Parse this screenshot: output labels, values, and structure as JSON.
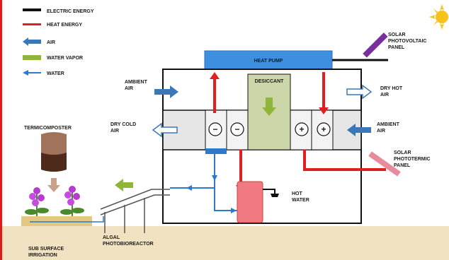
{
  "legend": {
    "electric": "ELECTRIC ENERGY",
    "heat": "HEAT ENERGY",
    "air": "AIR",
    "vapor": "WATER VAPOR",
    "water": "WATER"
  },
  "labels": {
    "heatpump": "HEAT PUMP",
    "desiccant": "DESICCANT",
    "ambient_left": [
      "AMBIENT",
      "AIR"
    ],
    "dry_cold": [
      "DRY COLD",
      "AIR"
    ],
    "dry_hot": [
      "DRY HOT",
      "AIR"
    ],
    "ambient_right": [
      "AMBIENT",
      "AIR"
    ],
    "solar_pv": [
      "SOLAR",
      "PHOTOVOLTAIC",
      "PANEL"
    ],
    "solar_thermal": [
      "SOLAR",
      "PHOTOTERMIC",
      "PANEL"
    ],
    "hot_water": [
      "HOT",
      "WATER"
    ],
    "composter": "TERMICOMPOSTER",
    "algal": [
      "ALGAL",
      "PHOTOBIOREACTOR"
    ],
    "subsurface": [
      "SUB SURFACE",
      "IRRIGATION"
    ]
  },
  "signs": {
    "minus": "−",
    "plus": "+"
  },
  "colors": {
    "electric": "#111111",
    "heat": "#e02020",
    "air": "#3a78b8",
    "vapor": "#8fb53a",
    "water": "#2f79c9",
    "heatpump": "#3f8fe0",
    "desiccant": "#cdd6a8",
    "ground": "#f1e3c1"
  }
}
